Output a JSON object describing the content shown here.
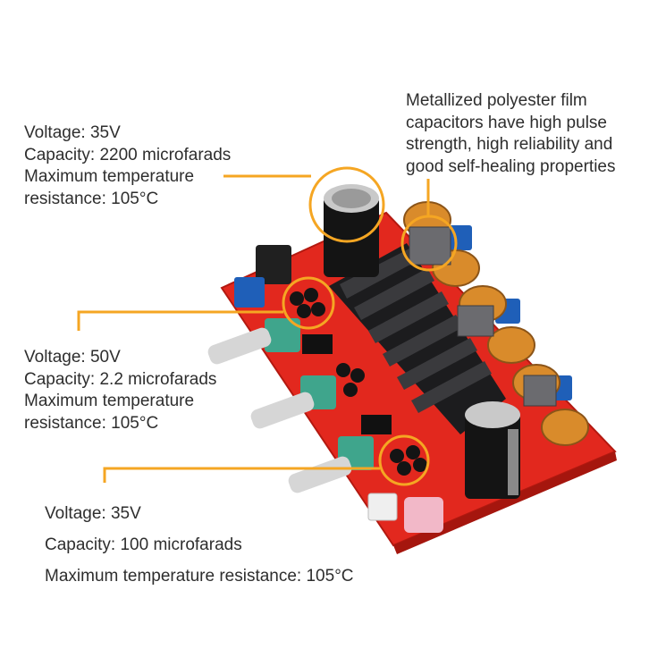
{
  "colors": {
    "accent": "#f5a623",
    "pcb": "#e2281e",
    "heatsink": "#1c1c1e",
    "terminal": "#1f5fb8",
    "potentiometer": "#3fa58c",
    "copper": "#d98b2b"
  },
  "annotations": {
    "top_left": {
      "lines": [
        "Voltage: 35V",
        "Capacity: 2200 microfarads",
        "Maximum temperature",
        "resistance: 105°C"
      ]
    },
    "mid_left": {
      "lines": [
        "Voltage: 50V",
        "Capacity: 2.2 microfarads",
        "Maximum temperature",
        "resistance: 105°C"
      ]
    },
    "bottom_left": {
      "lines": [
        "Voltage: 35V",
        "Capacity: 100 microfarads",
        "Maximum temperature resistance: 105°C"
      ]
    },
    "top_right": {
      "lines": [
        "Metallized polyester film",
        "capacitors have high pulse",
        "strength, high reliability and",
        "good self-healing properties"
      ]
    }
  }
}
